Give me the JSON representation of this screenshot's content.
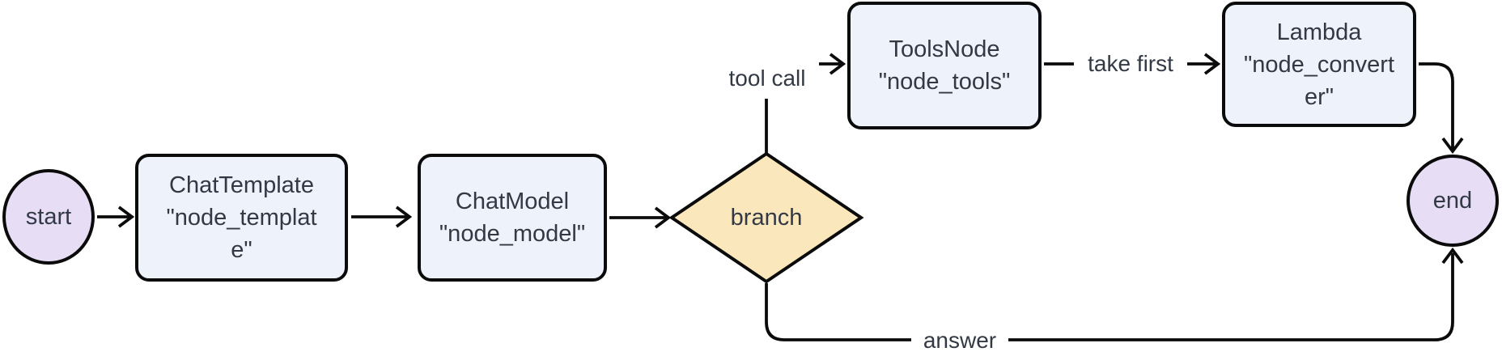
{
  "diagram": {
    "background_color": "#ffffff",
    "stroke_color": "#0b0b0b",
    "text_color": "#333944",
    "label_background": "#ffffff",
    "nodes": {
      "start": {
        "type": "circle",
        "label": "start",
        "fill": "#e7def6"
      },
      "chat_template": {
        "type": "rect",
        "lines": [
          "ChatTemplate",
          "\"node_templat",
          "e\""
        ],
        "fill": "#edf2fb"
      },
      "chat_model": {
        "type": "rect",
        "lines": [
          "ChatModel",
          "\"node_model\""
        ],
        "fill": "#edf2fb"
      },
      "branch": {
        "type": "diamond",
        "label": "branch",
        "fill": "#fae8bc"
      },
      "tools_node": {
        "type": "rect",
        "lines": [
          "ToolsNode",
          "\"node_tools\""
        ],
        "fill": "#edf2fb"
      },
      "lambda": {
        "type": "rect",
        "lines": [
          "Lambda",
          "\"node_convert",
          "er\""
        ],
        "fill": "#edf2fb"
      },
      "end": {
        "type": "circle",
        "label": "end",
        "fill": "#e7def6"
      }
    },
    "edges": [
      {
        "from": "start",
        "to": "chat_template",
        "label": ""
      },
      {
        "from": "chat_template",
        "to": "chat_model",
        "label": ""
      },
      {
        "from": "chat_model",
        "to": "branch",
        "label": ""
      },
      {
        "from": "branch",
        "to": "tools_node",
        "label": "tool call"
      },
      {
        "from": "tools_node",
        "to": "lambda",
        "label": "take first"
      },
      {
        "from": "lambda",
        "to": "end",
        "label": ""
      },
      {
        "from": "branch",
        "to": "end",
        "label": "answer"
      }
    ]
  }
}
